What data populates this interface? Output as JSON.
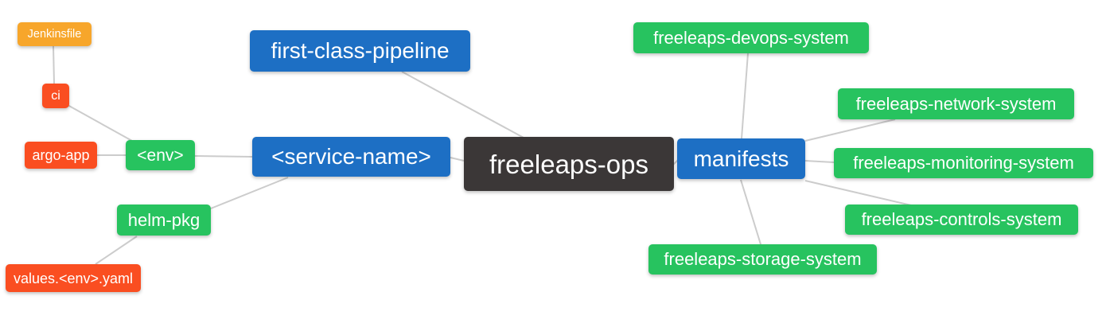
{
  "diagram": {
    "type": "mindmap",
    "root": "freeleaps-ops",
    "colors": {
      "orange": "#f7a62b",
      "red": "#fa4e21",
      "green": "#27c35f",
      "blue": "#1d6fc4",
      "dark": "#3b3737",
      "edge": "#cccccc",
      "text": "#ffffff"
    },
    "nodes": [
      {
        "id": "jenkinsfile",
        "label": "Jenkinsfile",
        "color": "orange"
      },
      {
        "id": "ci",
        "label": "ci",
        "color": "red"
      },
      {
        "id": "argo-app",
        "label": "argo-app",
        "color": "red"
      },
      {
        "id": "env",
        "label": "<env>",
        "color": "green"
      },
      {
        "id": "helm-pkg",
        "label": "helm-pkg",
        "color": "green"
      },
      {
        "id": "values-env-yaml",
        "label": "values.<env>.yaml",
        "color": "red"
      },
      {
        "id": "first-class-pipeline",
        "label": "first-class-pipeline",
        "color": "blue"
      },
      {
        "id": "service-name",
        "label": "<service-name>",
        "color": "blue"
      },
      {
        "id": "freeleaps-ops",
        "label": "freeleaps-ops",
        "color": "dark"
      },
      {
        "id": "manifests",
        "label": "manifests",
        "color": "blue"
      },
      {
        "id": "freeleaps-devops-system",
        "label": "freeleaps-devops-system",
        "color": "green"
      },
      {
        "id": "freeleaps-network-system",
        "label": "freeleaps-network-system",
        "color": "green"
      },
      {
        "id": "freeleaps-monitoring-system",
        "label": "freeleaps-monitoring-system",
        "color": "green"
      },
      {
        "id": "freeleaps-controls-system",
        "label": "freeleaps-controls-system",
        "color": "green"
      },
      {
        "id": "freeleaps-storage-system",
        "label": "freeleaps-storage-system",
        "color": "green"
      }
    ],
    "edges": [
      [
        "Jenkinsfile",
        "ci"
      ],
      [
        "ci",
        "<env>"
      ],
      [
        "argo-app",
        "<env>"
      ],
      [
        "<env>",
        "<service-name>"
      ],
      [
        "helm-pkg",
        "<service-name>"
      ],
      [
        "values.<env>.yaml",
        "helm-pkg"
      ],
      [
        "first-class-pipeline",
        "freeleaps-ops"
      ],
      [
        "<service-name>",
        "freeleaps-ops"
      ],
      [
        "freeleaps-ops",
        "manifests"
      ],
      [
        "manifests",
        "freeleaps-devops-system"
      ],
      [
        "manifests",
        "freeleaps-network-system"
      ],
      [
        "manifests",
        "freeleaps-monitoring-system"
      ],
      [
        "manifests",
        "freeleaps-controls-system"
      ],
      [
        "manifests",
        "freeleaps-storage-system"
      ]
    ]
  }
}
